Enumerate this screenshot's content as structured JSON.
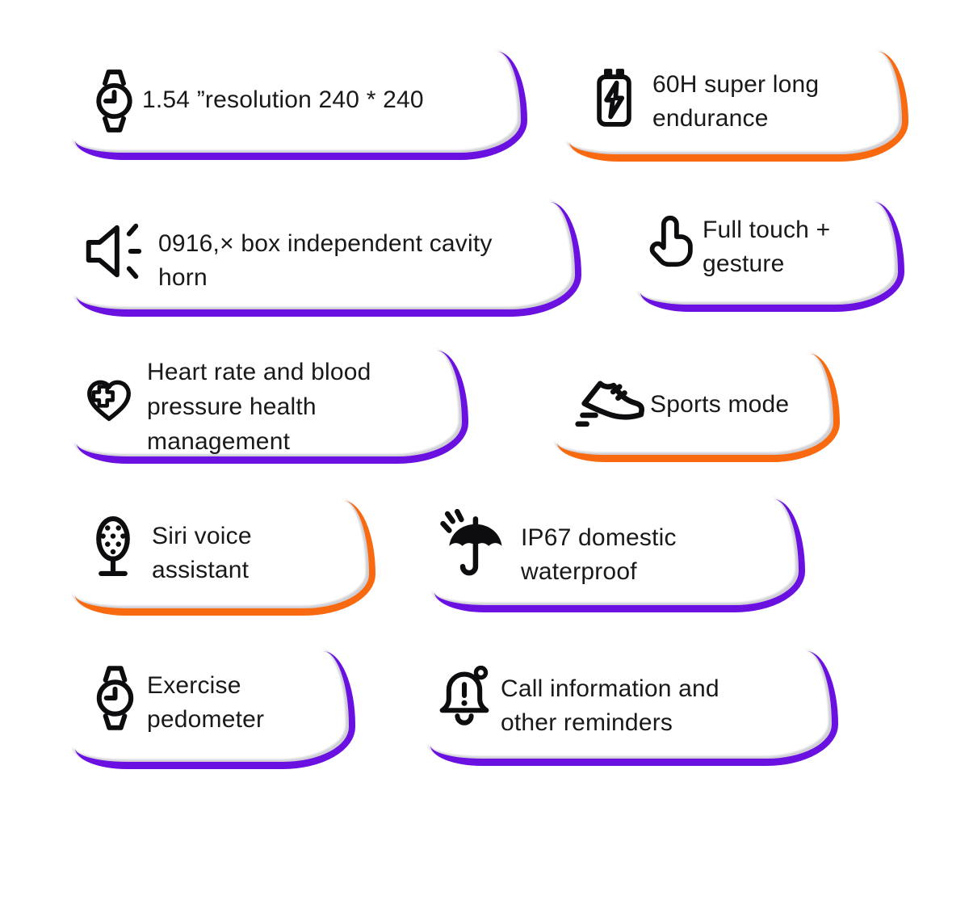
{
  "page": {
    "background": "#ffffff"
  },
  "colors": {
    "purple": "#6a11e2",
    "orange": "#f9690f",
    "text": "#19191b",
    "icon": "#0d0d0f"
  },
  "features": [
    {
      "icon": "watch-icon",
      "accent": "purple",
      "lines": [
        "1.54 ”resolution 240 * 240"
      ]
    },
    {
      "icon": "battery-icon",
      "accent": "orange",
      "lines": [
        "60H super long",
        "endurance"
      ]
    },
    {
      "icon": "speaker-icon",
      "accent": "purple",
      "lines": [
        "0916,× box independent cavity",
        "horn"
      ]
    },
    {
      "icon": "touch-hand-icon",
      "accent": "purple",
      "lines": [
        "Full touch +",
        "gesture"
      ]
    },
    {
      "icon": "heart-cross-icon",
      "accent": "purple",
      "lines": [
        "Heart rate and blood",
        "pressure health",
        "management"
      ]
    },
    {
      "icon": "sport-shoe-icon",
      "accent": "orange",
      "lines": [
        "Sports mode"
      ]
    },
    {
      "icon": "microphone-icon",
      "accent": "orange",
      "lines": [
        "Siri voice",
        "assistant"
      ]
    },
    {
      "icon": "umbrella-rain-icon",
      "accent": "purple",
      "lines": [
        "IP67 domestic",
        "waterproof"
      ]
    },
    {
      "icon": "watch-icon",
      "accent": "purple",
      "lines": [
        "Exercise",
        "pedometer"
      ]
    },
    {
      "icon": "bell-alert-icon",
      "accent": "purple",
      "lines": [
        "Call information and",
        "other reminders"
      ]
    }
  ]
}
